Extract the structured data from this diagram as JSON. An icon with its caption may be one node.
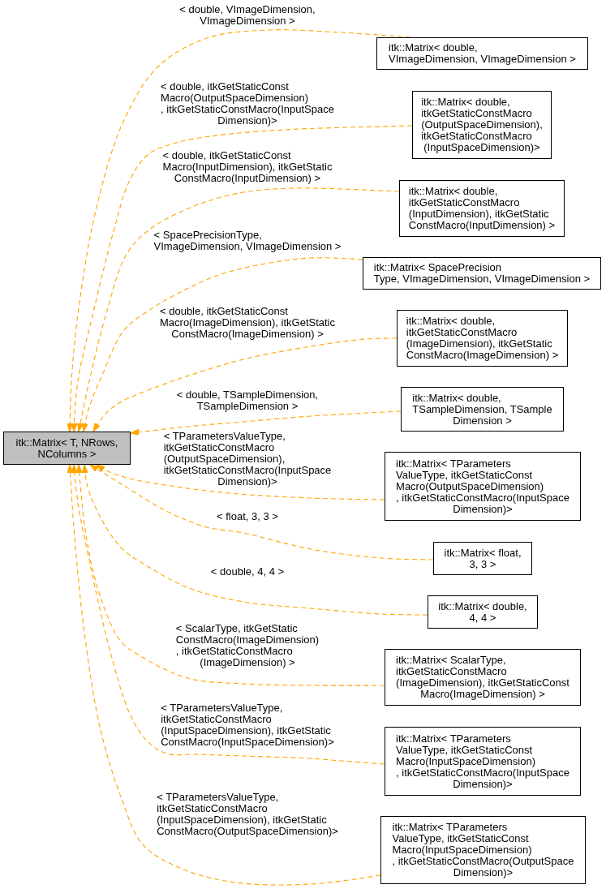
{
  "diagram": {
    "nodes": [
      {
        "text": [
          "itk::Matrix< T, NRows, NColumns >"
        ]
      },
      {
        "text": [
          "itk::Matrix< double, VImageDimension, VImageDimension >"
        ]
      },
      {
        "text": [
          "itk::Matrix< double, itkGetStaticConstMacro (OutputSpaceDimension), itkGetStaticConstMacro (InputSpaceDimension)>"
        ]
      },
      {
        "text": [
          "itk::Matrix< double, itkGetStaticConstMacro (InputDimension), itkGetStatic ConstMacro(InputDimension) >"
        ]
      },
      {
        "text": [
          "itk::Matrix< SpacePrecision Type, VImageDimension, VImageDimension >"
        ]
      },
      {
        "text": [
          "itk::Matrix< double, itkGetStaticConstMacro (ImageDimension), itkGetStatic ConstMacro(ImageDimension) >"
        ]
      },
      {
        "text": [
          "itk::Matrix< double, TSampleDimension, TSample Dimension >"
        ]
      },
      {
        "text": [
          "itk::Matrix< TParameters ValueType, itkGetStaticConst Macro(OutputSpaceDimension) , itkGetStaticConstMacro(InputSpace Dimension)>"
        ]
      },
      {
        "text": [
          "itk::Matrix< float, 3, 3 >"
        ]
      },
      {
        "text": [
          "itk::Matrix< double, 4, 4 >"
        ]
      },
      {
        "text": [
          "itk::Matrix< ScalarType, itkGetStaticConstMacro (ImageDimension), itkGetStaticConst Macro(ImageDimension) >"
        ]
      },
      {
        "text": [
          "itk::Matrix< TParameters ValueType, itkGetStaticConst Macro(InputSpaceDimension) , itkGetStaticConstMacro(InputSpace Dimension)>"
        ]
      },
      {
        "text": [
          "itk::Matrix< TParameters ValueType, itkGetStaticConst Macro(InputSpaceDimension) , itkGetStaticConstMacro(OutputSpace Dimension)>"
        ]
      }
    ],
    "edges": [
      {
        "from": 1,
        "to": 0,
        "arrow": "to",
        "style": "dashed",
        "label": "< double, VImageDimension, VImageDimension >"
      },
      {
        "from": 2,
        "to": 0,
        "arrow": "to",
        "style": "dashed",
        "label": "< double, itkGetStaticConst Macro(OutputSpaceDimension) , itkGetStaticConstMacro(InputSpace Dimension)>"
      },
      {
        "from": 3,
        "to": 0,
        "arrow": "to",
        "style": "dashed",
        "label": "< double, itkGetStaticConst Macro(InputDimension), itkGetStatic ConstMacro(InputDimension) >"
      },
      {
        "from": 4,
        "to": 0,
        "arrow": "to",
        "style": "dashed",
        "label": "< SpacePrecisionType, VImageDimension, VImageDimension >"
      },
      {
        "from": 5,
        "to": 0,
        "arrow": "to",
        "style": "dashed",
        "label": "< double, itkGetStaticConst Macro(ImageDimension), itkGetStatic ConstMacro(ImageDimension) >"
      },
      {
        "from": 6,
        "to": 0,
        "arrow": "to",
        "style": "dashed",
        "label": "< double, TSampleDimension, TSampleDimension >"
      },
      {
        "from": 7,
        "to": 0,
        "arrow": "to",
        "style": "dashed",
        "label": "< TParametersValueType, itkGetStaticConstMacro (OutputSpaceDimension), itkGetStaticConstMacro(InputSpace Dimension)>"
      },
      {
        "from": 8,
        "to": 0,
        "arrow": "to",
        "style": "dashed",
        "label": "< float, 3, 3 >"
      },
      {
        "from": 9,
        "to": 0,
        "arrow": "to",
        "style": "dashed",
        "label": "< double, 4, 4 >"
      },
      {
        "from": 10,
        "to": 0,
        "arrow": "to",
        "style": "dashed",
        "label": "< ScalarType, itkGetStatic ConstMacro(ImageDimension) , itkGetStaticConstMacro (ImageDimension) >"
      },
      {
        "from": 11,
        "to": 0,
        "arrow": "to",
        "style": "dashed",
        "label": "< TParametersValueType, itkGetStaticConstMacro (InputSpaceDimension), itkGetStatic ConstMacro(InputSpaceDimension)>"
      },
      {
        "from": 12,
        "to": 0,
        "arrow": "to",
        "style": "dashed",
        "label": "< TParametersValueType, itkGetStaticConstMacro (InputSpaceDimension), itkGetStatic ConstMacro(OutputSpaceDimension)>"
      }
    ]
  }
}
